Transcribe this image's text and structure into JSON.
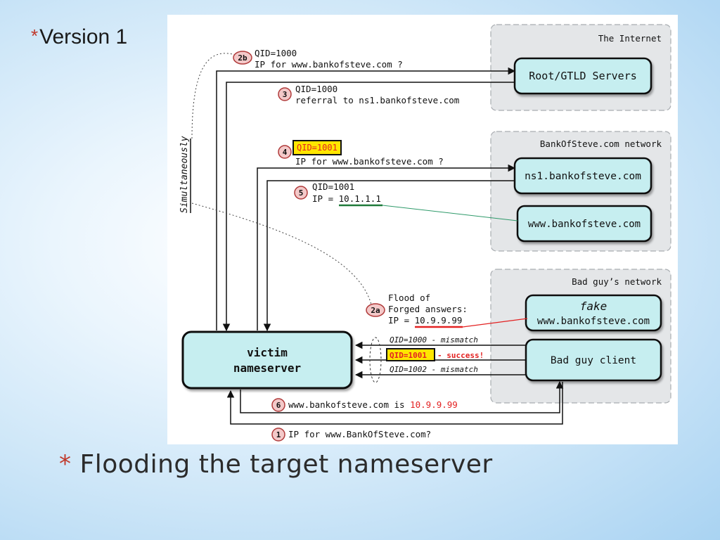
{
  "slide": {
    "subtitle": "Version 1",
    "title": "Flooding the target nameserver",
    "bullet_glyph": "*"
  },
  "diagram": {
    "regions": {
      "internet": "The Internet",
      "bank": "BankOfSteve.com network",
      "badguy": "Bad guy’s network"
    },
    "nodes": {
      "root": "Root/GTLD Servers",
      "ns1": "ns1.bankofsteve.com",
      "www": "www.bankofsteve.com",
      "fake_title": "fake",
      "fake_host": "www.bankofsteve.com",
      "client": "Bad guy client",
      "victim_line1": "victim",
      "victim_line2": "nameserver"
    },
    "steps": {
      "s2b": {
        "num": "2b",
        "line1": "QID=1000",
        "line2": "IP for www.bankofsteve.com ?"
      },
      "s3": {
        "num": "3",
        "line1": "QID=1000",
        "line2": "referral to ns1.bankofsteve.com"
      },
      "s4": {
        "num": "4",
        "line1": "QID=1001",
        "line2": "IP for www.bankofsteve.com ?"
      },
      "s5": {
        "num": "5",
        "line1": "QID=1001",
        "line2_prefix": "IP = ",
        "line2_ip": "10.1.1.1"
      },
      "s2a": {
        "num": "2a",
        "line1": "Flood of",
        "line2": "Forged answers:",
        "line3_prefix": "IP = ",
        "line3_ip": "10.9.9.99"
      },
      "s6": {
        "num": "6",
        "text": "www.bankofsteve.com is ",
        "ip": "10.9.9.99"
      },
      "s1": {
        "num": "1",
        "text": "IP for www.BankOfSteve.com?"
      }
    },
    "flood": {
      "row1": "QID=1000 - mismatch",
      "row2_qid": "QID=1001",
      "row2_rest": "- success!",
      "row3": "QID=1002 - mismatch"
    },
    "side_label": "Simultaneously"
  },
  "colors": {
    "node_fill": "#c6eef0",
    "region_fill": "#e4e6e8",
    "badge_fill": "#f3c9c9",
    "badge_stroke": "#b03a3a",
    "highlight_yellow": "#ffe600",
    "alert_red": "#e32222",
    "green_underline": "#1f7a3a",
    "star_red": "#c0392b"
  }
}
